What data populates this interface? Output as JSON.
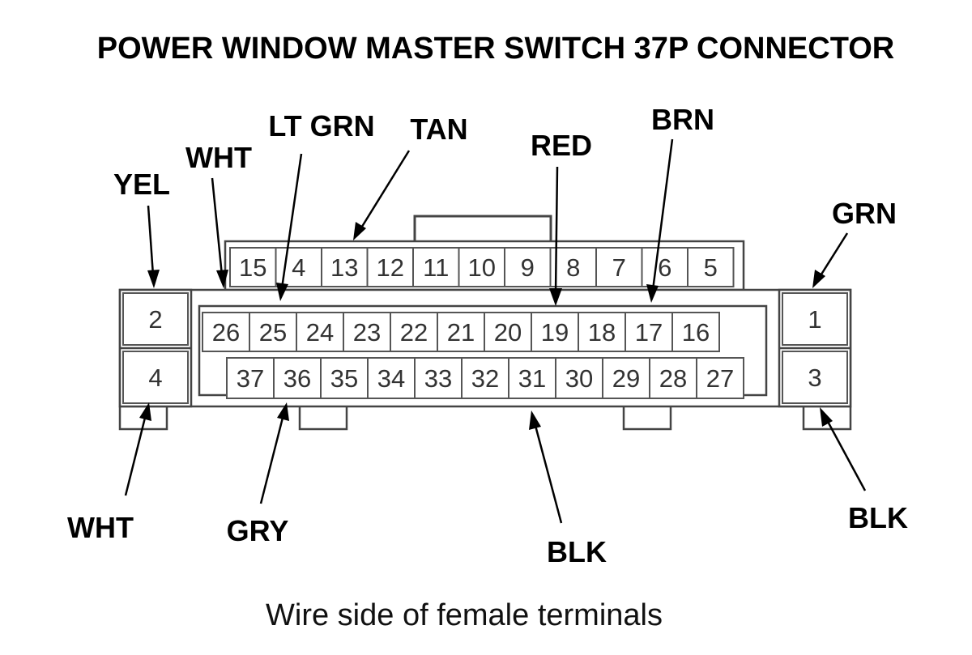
{
  "title": "POWER WINDOW MASTER SWITCH 37P CONNECTOR",
  "caption": "Wire side of female terminals",
  "connector": {
    "top_row": [
      "15",
      "4",
      "13",
      "12",
      "11",
      "10",
      "9",
      "8",
      "7",
      "6",
      "5"
    ],
    "middle_row": [
      "26",
      "25",
      "24",
      "23",
      "22",
      "21",
      "20",
      "19",
      "18",
      "17",
      "16"
    ],
    "bottom_row": [
      "37",
      "36",
      "35",
      "34",
      "33",
      "32",
      "31",
      "30",
      "29",
      "28",
      "27"
    ],
    "left_block": [
      "2",
      "4"
    ],
    "right_block": [
      "1",
      "3"
    ]
  },
  "wire_labels": [
    {
      "id": "yel",
      "text": "YEL",
      "terminal": "2"
    },
    {
      "id": "wht-top",
      "text": "WHT",
      "terminal": "26"
    },
    {
      "id": "lt-grn",
      "text": "LT GRN",
      "terminal": "25"
    },
    {
      "id": "tan",
      "text": "TAN",
      "terminal": "13"
    },
    {
      "id": "red",
      "text": "RED",
      "terminal": "19"
    },
    {
      "id": "brn",
      "text": "BRN",
      "terminal": "17"
    },
    {
      "id": "grn",
      "text": "GRN",
      "terminal": "1"
    },
    {
      "id": "wht-bottom",
      "text": "WHT",
      "terminal": "4"
    },
    {
      "id": "gry",
      "text": "GRY",
      "terminal": "36"
    },
    {
      "id": "blk-bottom",
      "text": "BLK",
      "terminal": "31"
    },
    {
      "id": "blk-right",
      "text": "BLK",
      "terminal": "3"
    }
  ]
}
